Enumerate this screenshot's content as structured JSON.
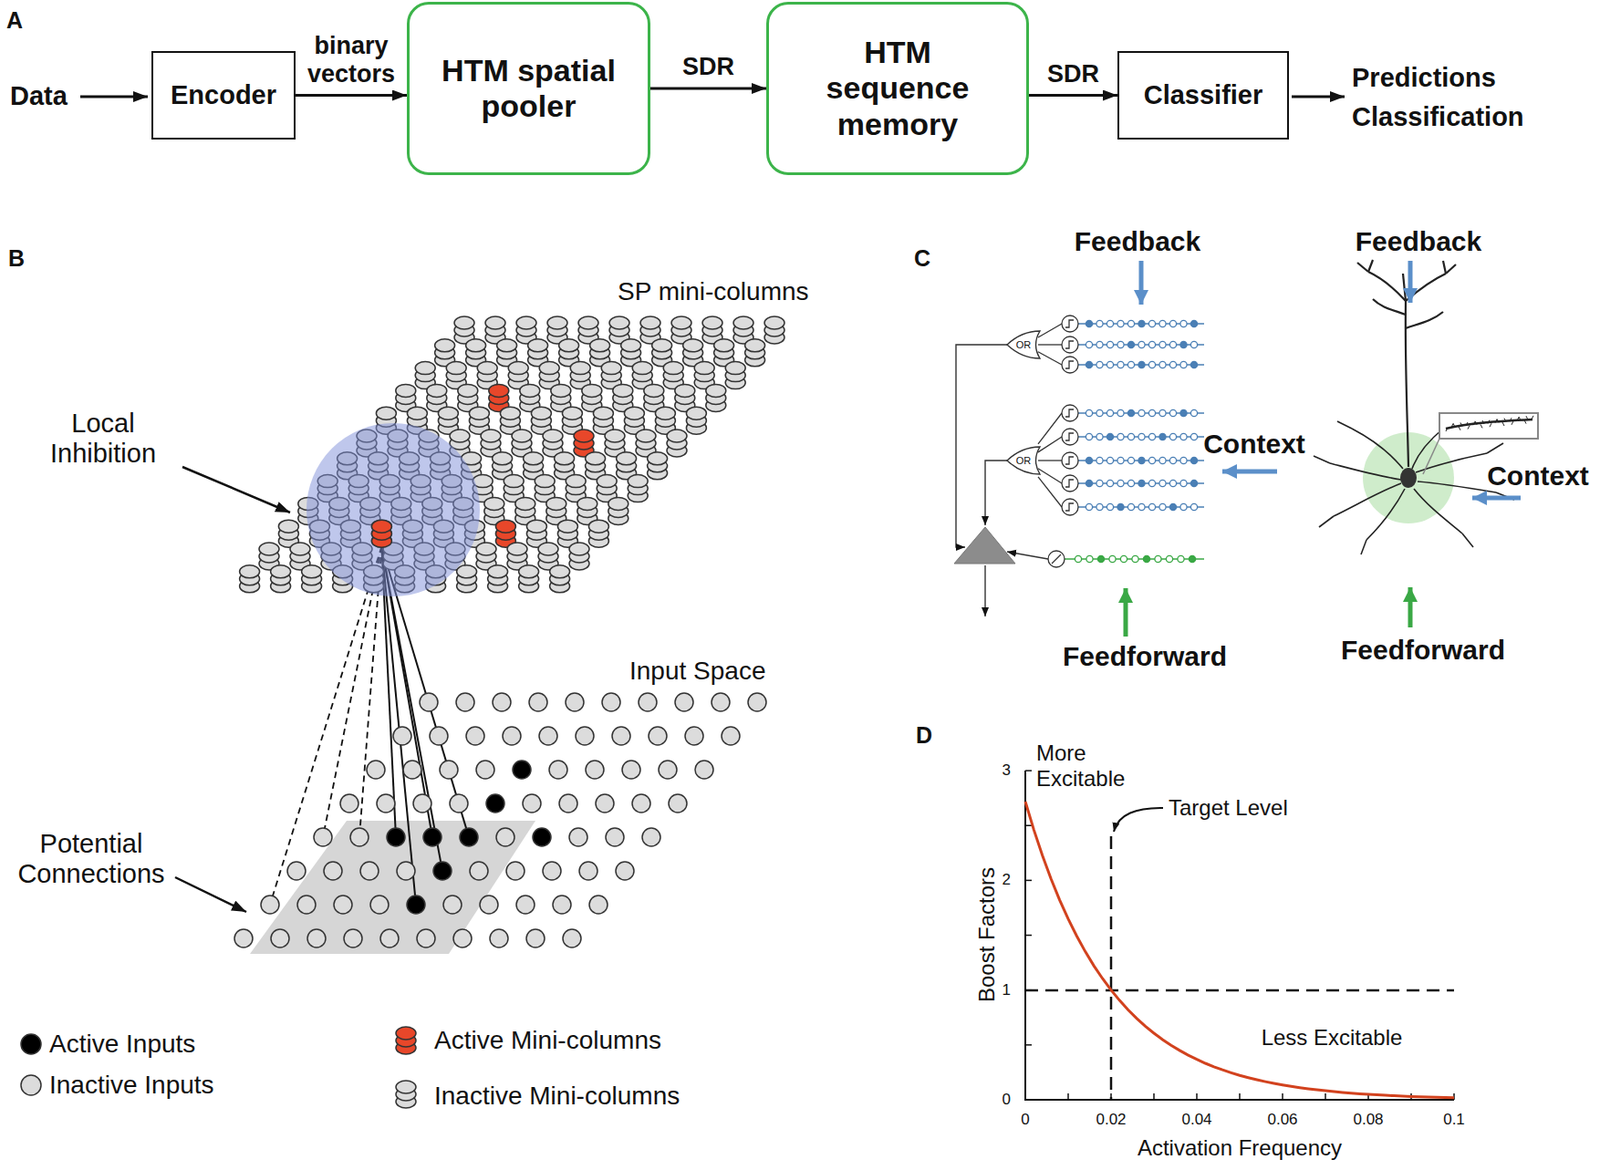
{
  "diagram": {
    "nodes": [
      {
        "text": [
          "Encoder"
        ]
      },
      {
        "text": [
          "HTM spatial pooler"
        ]
      },
      {
        "text": [
          "HTM sequence memory"
        ]
      },
      {
        "text": [
          "Classifier"
        ]
      }
    ],
    "edges": [
      {
        "from": 0,
        "to": 1,
        "arrow": "to",
        "label": "binary vectors"
      },
      {
        "from": 1,
        "to": 2,
        "arrow": "to",
        "label": "SDR"
      },
      {
        "from": 2,
        "to": 3,
        "arrow": "to",
        "label": "SDR"
      }
    ],
    "labels": [
      "A",
      "Data",
      "Predictions",
      "Classification",
      "B",
      "SP mini-columns",
      "Local Inhibition",
      "Input Space",
      "Potential Connections",
      "C",
      "Feedback",
      "Context",
      "Feedforward",
      "OR",
      "OR",
      "Feedback",
      "Context",
      "Feedforward",
      "D",
      "3",
      "2",
      "1",
      "0",
      "0",
      "0.02",
      "0.04",
      "0.06",
      "0.08",
      "0.1",
      "More Excitable",
      "Target Level",
      "Less Excitable",
      "Boost Factors",
      "Activation Frequency"
    ],
    "legend": [
      {
        "text": "Active Inputs"
      },
      {
        "text": "Inactive Inputs"
      },
      {
        "text": "Active Mini-columns"
      },
      {
        "text": "Inactive Mini-columns"
      }
    ]
  }
}
